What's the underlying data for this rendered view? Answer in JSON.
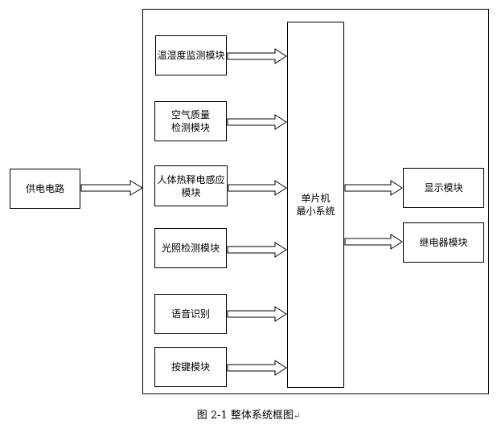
{
  "diagram": {
    "power_supply": "供电电路",
    "temp_humidity": "温湿度监测模块",
    "air_quality": [
      "空气质量",
      "检测模块"
    ],
    "pir_sensor": [
      "人体热释电感应",
      "模块"
    ],
    "light_sensor": "光照检测模块",
    "voice_recognition": "语音识别",
    "keys": "按键模块",
    "mcu": [
      "单片机",
      "最小系统"
    ],
    "display": "显示模块",
    "relay": "继电器模块"
  },
  "caption": {
    "text": "图 2-1 整体系统框图",
    "enter_mark": "↵"
  }
}
